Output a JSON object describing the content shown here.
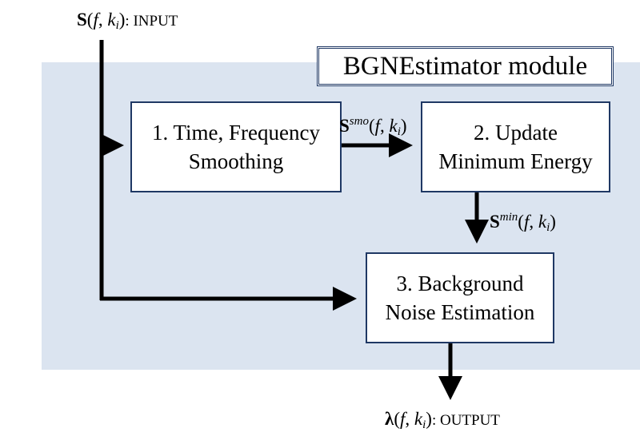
{
  "module_title": "BGNEstimator module",
  "boxes": {
    "smoothing": {
      "line1": "1. Time, Frequency",
      "line2": "Smoothing"
    },
    "update": {
      "line1": "2. Update",
      "line2": "Minimum Energy"
    },
    "estimation": {
      "line1": "3. Background",
      "line2": "Noise Estimation"
    }
  },
  "input_label": {
    "symbol": "S",
    "args_open": "(",
    "f": "f",
    "comma": ", ",
    "k": "k",
    "sub": "i",
    "args_close": ")",
    "suffix": ": INPUT"
  },
  "smo_label": {
    "symbol": "S",
    "sup": "smo",
    "args_open": "(",
    "f": "f",
    "comma": ", ",
    "k": "k",
    "sub": "i",
    "args_close": ")"
  },
  "min_label": {
    "symbol": "S",
    "sup": "min",
    "args_open": "(",
    "f": "f",
    "comma": ", ",
    "k": "k",
    "sub": "i",
    "args_close": ")"
  },
  "output_label": {
    "symbol": "λ",
    "args_open": "(",
    "f": "f",
    "comma": ", ",
    "k": "k",
    "sub": "i",
    "args_close": ")",
    "suffix": ": OUTPUT"
  },
  "colors": {
    "module_background": "#dbe4f0",
    "box_border": "#1f3864",
    "arrow": "#000000"
  }
}
